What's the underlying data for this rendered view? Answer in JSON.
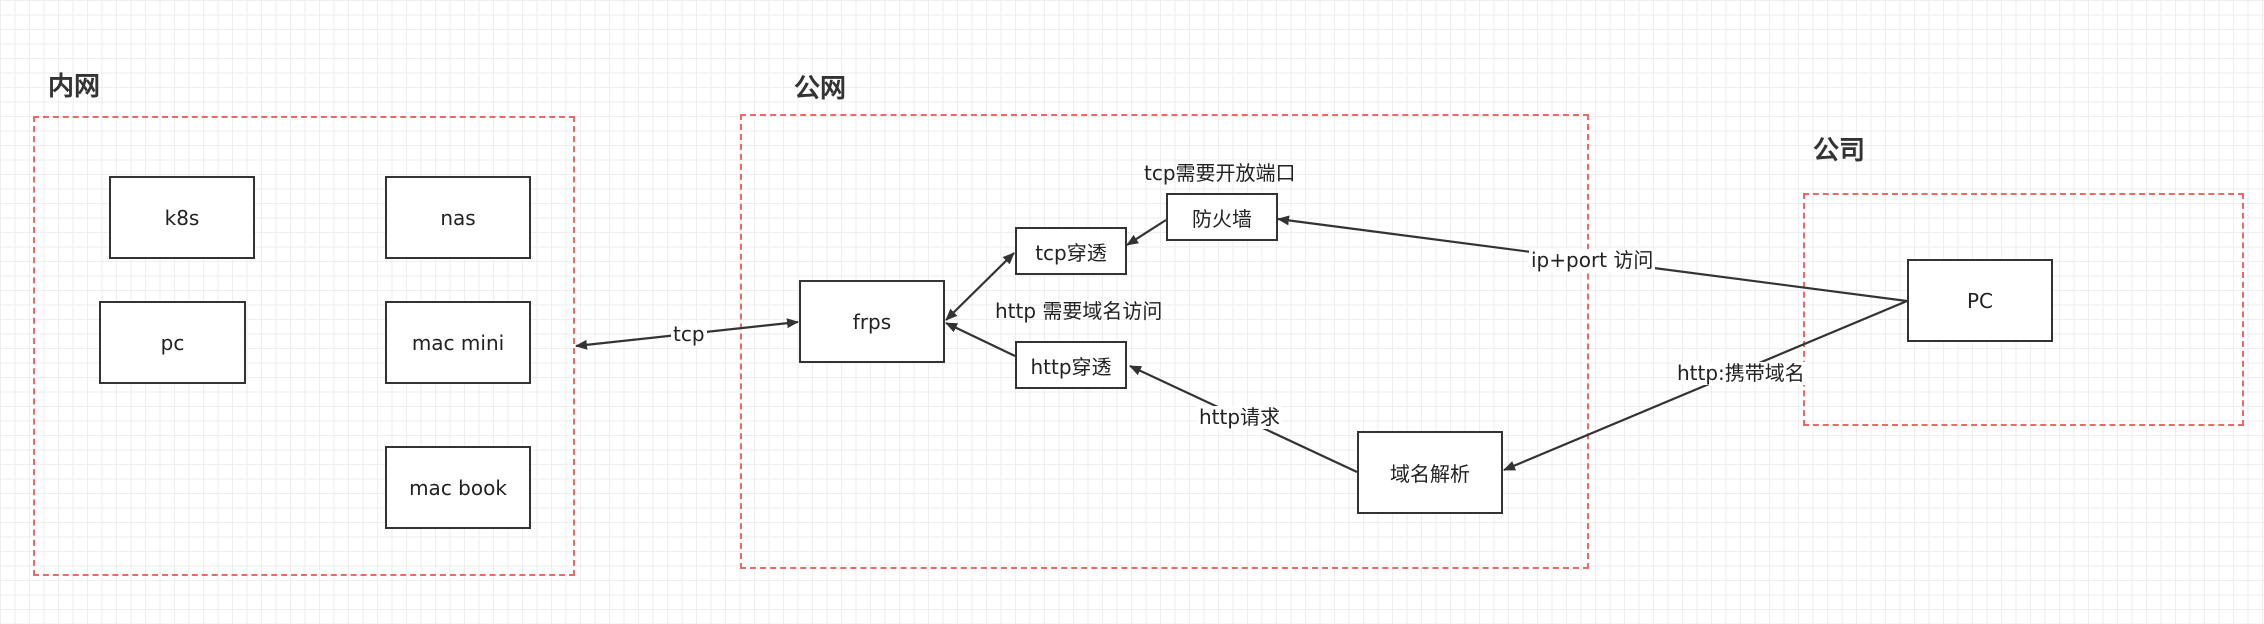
{
  "groups": {
    "intranet": {
      "title": "内网"
    },
    "public": {
      "title": "公网"
    },
    "company": {
      "title": "公司"
    }
  },
  "nodes": {
    "k8s": "k8s",
    "nas": "nas",
    "pc_intranet": "pc",
    "mac_mini": "mac mini",
    "mac_book": "mac book",
    "frps": "frps",
    "tcp_tunnel": "tcp穿透",
    "firewall": "防火墙",
    "http_tunnel": "http穿透",
    "dns": "域名解析",
    "pc_company": "PC"
  },
  "annotations": {
    "firewall_note": "tcp需要开放端口",
    "http_note": "http 需要域名访问"
  },
  "edges": {
    "tcp": "tcp",
    "ip_port": "ip+port 访问",
    "http_domain": "http:携带域名",
    "http_request": "http请求"
  },
  "colors": {
    "group_border": "#ea6b66",
    "node_border": "#333333",
    "edge": "#333333"
  }
}
